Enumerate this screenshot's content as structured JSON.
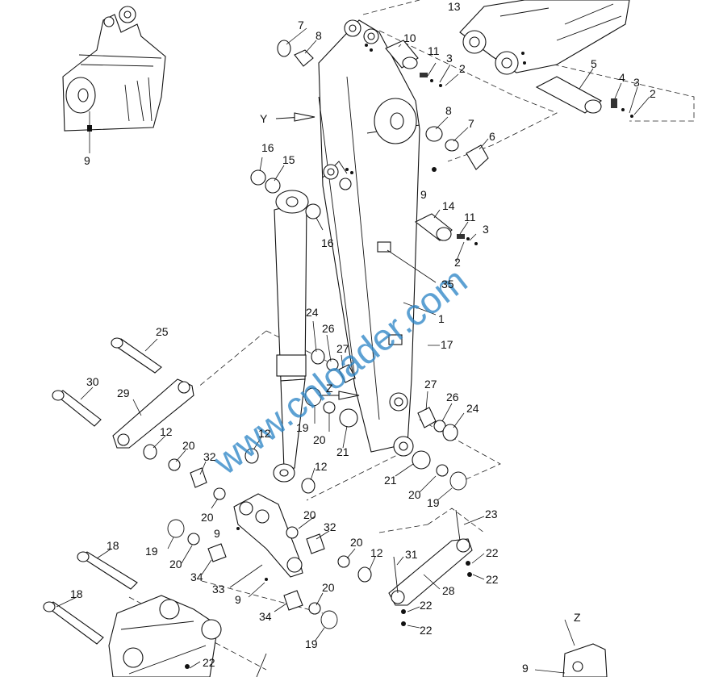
{
  "labels": {
    "l1": "1",
    "l2a": "2",
    "l2b": "2",
    "l2c": "2",
    "l3a": "3",
    "l3b": "3",
    "l3c": "3",
    "l4": "4",
    "l5": "5",
    "l6": "6",
    "l7a": "7",
    "l7b": "7",
    "l8a": "8",
    "l8b": "8",
    "l9a": "9",
    "l9b": "9",
    "l9c": "9",
    "l9d": "9",
    "l9e": "9",
    "l10": "10",
    "l11a": "11",
    "l11b": "11",
    "l12a": "12",
    "l12b": "12",
    "l12c": "12",
    "l12d": "12",
    "l13": "13",
    "l14": "14",
    "l15": "15",
    "l16a": "16",
    "l16b": "16",
    "l17": "17",
    "l18a": "18",
    "l18b": "18",
    "l19a": "19",
    "l19b": "19",
    "l19c": "19",
    "l19d": "19",
    "l20a": "20",
    "l20b": "20",
    "l20c": "20",
    "l20d": "20",
    "l20e": "20",
    "l20f": "20",
    "l20g": "20",
    "l21a": "21",
    "l21b": "21",
    "l22a": "22",
    "l22b": "22",
    "l22c": "22",
    "l22d": "22",
    "l22e": "22",
    "l23": "23",
    "l24a": "24",
    "l24b": "24",
    "l25": "25",
    "l26a": "26",
    "l26b": "26",
    "l27a": "27",
    "l27b": "27",
    "l28": "28",
    "l29": "29",
    "l30": "30",
    "l31": "31",
    "l32a": "32",
    "l32b": "32",
    "l33": "33",
    "l34a": "34",
    "l34b": "34",
    "l35": "35",
    "lY": "Y",
    "lZa": "Z",
    "lZb": "Z"
  },
  "watermark": "www.cnloader.com"
}
